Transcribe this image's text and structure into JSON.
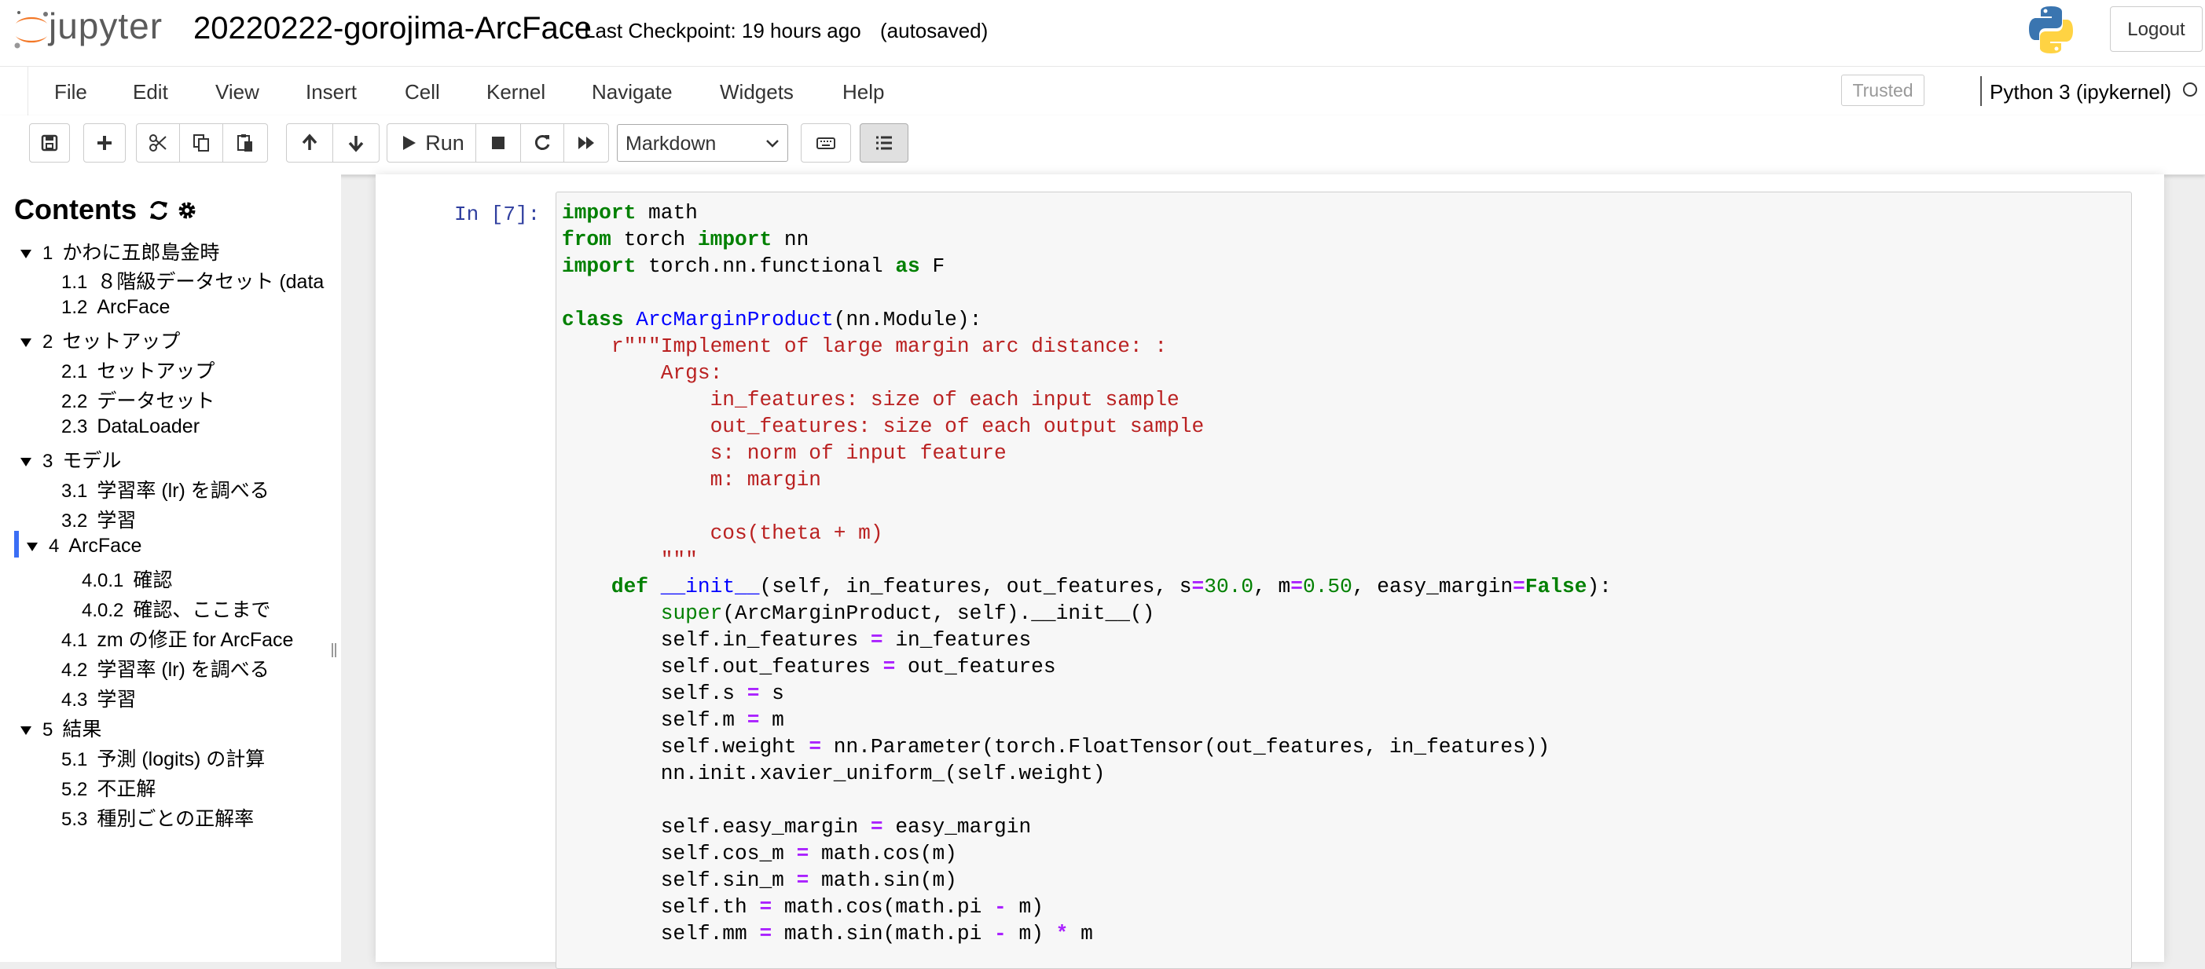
{
  "header": {
    "logo_text": "jupyter",
    "notebook_title": "20220222-gorojima-ArcFace",
    "checkpoint": "Last Checkpoint: 19 hours ago",
    "autosave": "(autosaved)",
    "logout_label": "Logout"
  },
  "menubar": {
    "items": [
      "File",
      "Edit",
      "View",
      "Insert",
      "Cell",
      "Kernel",
      "Navigate",
      "Widgets",
      "Help"
    ],
    "trusted_label": "Trusted",
    "kernel_name": "Python 3 (ipykernel)"
  },
  "toolbar": {
    "run_label": "Run",
    "cell_type": "Markdown",
    "icons": [
      "save-icon",
      "plus-icon",
      "cut-icon",
      "copy-icon",
      "paste-icon",
      "arrow-up-icon",
      "arrow-down-icon",
      "play-icon",
      "stop-icon",
      "restart-icon",
      "fast-forward-icon",
      "keyboard-icon",
      "list-icon"
    ]
  },
  "toc": {
    "title": "Contents",
    "items": [
      {
        "num": "1",
        "label": "かわに五郎島金時",
        "caret": true
      },
      {
        "num": "1.1",
        "label": "８階級データセット (data",
        "caret": false
      },
      {
        "num": "1.2",
        "label": "ArcFace",
        "caret": false
      },
      {
        "num": "2",
        "label": "セットアップ",
        "caret": true
      },
      {
        "num": "2.1",
        "label": "セットアップ",
        "caret": false
      },
      {
        "num": "2.2",
        "label": "データセット",
        "caret": false
      },
      {
        "num": "2.3",
        "label": "DataLoader",
        "caret": false
      },
      {
        "num": "3",
        "label": "モデル",
        "caret": true
      },
      {
        "num": "3.1",
        "label": "学習率 (lr) を調べる",
        "caret": false
      },
      {
        "num": "3.2",
        "label": "学習",
        "caret": false
      },
      {
        "num": "4",
        "label": "ArcFace",
        "caret": true
      },
      {
        "num": "4.0.1",
        "label": "確認",
        "caret": false
      },
      {
        "num": "4.0.2",
        "label": "確認、ここまで",
        "caret": false
      },
      {
        "num": "4.1",
        "label": "zm の修正 for ArcFace",
        "caret": false
      },
      {
        "num": "4.2",
        "label": "学習率 (lr) を調べる",
        "caret": false
      },
      {
        "num": "4.3",
        "label": "学習",
        "caret": false
      },
      {
        "num": "5",
        "label": "結果",
        "caret": true
      },
      {
        "num": "5.1",
        "label": "予測 (logits) の計算",
        "caret": false
      },
      {
        "num": "5.2",
        "label": "不正解",
        "caret": false
      },
      {
        "num": "5.3",
        "label": "種別ごとの正解率",
        "caret": false
      }
    ]
  },
  "cell": {
    "prompt": "In [7]:",
    "code_lines": [
      "import math",
      "from torch import nn",
      "import torch.nn.functional as F",
      "",
      "class ArcMarginProduct(nn.Module):",
      "    r\"\"\"Implement of large margin arc distance: :",
      "        Args:",
      "            in_features: size of each input sample",
      "            out_features: size of each output sample",
      "            s: norm of input feature",
      "            m: margin",
      "",
      "            cos(theta + m)",
      "        \"\"\"",
      "    def __init__(self, in_features, out_features, s=30.0, m=0.50, easy_margin=False):",
      "        super(ArcMarginProduct, self).__init__()",
      "        self.in_features = in_features",
      "        self.out_features = out_features",
      "        self.s = s",
      "        self.m = m",
      "        self.weight = nn.Parameter(torch.FloatTensor(out_features, in_features))",
      "        nn.init.xavier_uniform_(self.weight)",
      "",
      "        self.easy_margin = easy_margin",
      "        self.cos_m = math.cos(m)",
      "        self.sin_m = math.sin(m)",
      "        self.th = math.cos(math.pi - m)",
      "        self.mm = math.sin(math.pi - m) * m"
    ]
  },
  "colors": {
    "keyword": "#008000",
    "class_name": "#0000ff",
    "string": "#ba2121",
    "operator": "#aa22ff",
    "prompt": "#303f9f",
    "toc_active": "#3b6ef5"
  }
}
